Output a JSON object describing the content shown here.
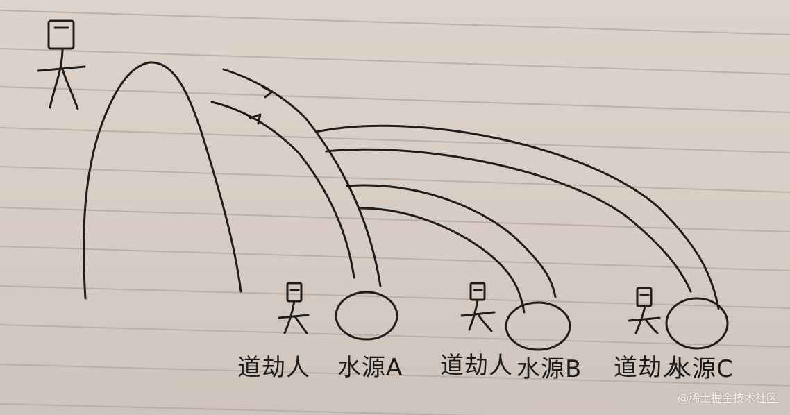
{
  "diagram": {
    "labels": {
      "person_1": "道劫人",
      "water_a": "水源A",
      "person_2": "道劫人",
      "water_b": "水源B",
      "person_3": "道劫人",
      "water_c": "水源C"
    }
  },
  "watermark": "@稀土掘金技术社区",
  "colors": {
    "ink": "#1d1d1d",
    "paper": "#d9cfc6",
    "rule_line": "#b7aca4"
  }
}
